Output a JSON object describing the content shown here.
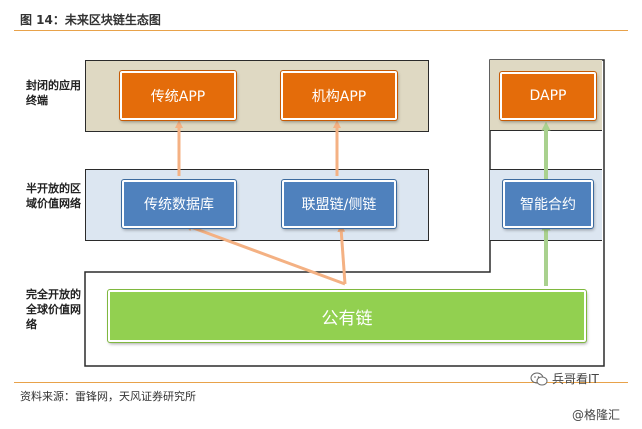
{
  "title": "图 14：未来区块链生态图",
  "source": "资料来源：雷锋网，天风证券研究所",
  "layers": {
    "closed": "封闭的应用终端",
    "semi": "半开放的区域价值网络",
    "open": "完全开放的全球价值网络"
  },
  "boxes": {
    "trad_app": "传统APP",
    "inst_app": "机构APP",
    "dapp": "DAPP",
    "trad_db": "传统数据库",
    "consortium": "联盟链/侧链",
    "smart_contract": "智能合约",
    "public_chain": "公有链"
  },
  "watermarks": {
    "wechat": "兵哥看IT",
    "glh": "@格隆汇"
  },
  "colors": {
    "orange_box": "#e46c0a",
    "blue_box": "#4f81bd",
    "green_box": "#92d050",
    "arrow_orange": "#f4b183",
    "arrow_green": "#a9d18e"
  },
  "icons": [
    "wechat-icon"
  ]
}
